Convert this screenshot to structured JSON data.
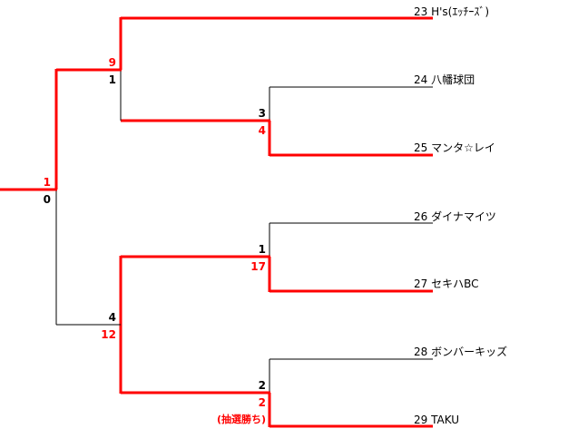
{
  "colors": {
    "winner": "#ff0000",
    "loser": "#000000"
  },
  "teams": [
    {
      "no": "23",
      "name": "H's(ｴｯﾁｰｽﾞ)"
    },
    {
      "no": "24",
      "name": "八幡球団"
    },
    {
      "no": "25",
      "name": "マンタ☆レイ"
    },
    {
      "no": "26",
      "name": "ダイナマイツ"
    },
    {
      "no": "27",
      "name": "セキハBC"
    },
    {
      "no": "28",
      "name": "ボンバーキッズ"
    },
    {
      "no": "29",
      "name": "TAKU"
    }
  ],
  "scores": {
    "m24_25": {
      "top": "3",
      "bottom": "4"
    },
    "m23": {
      "top": "9",
      "bottom": "1"
    },
    "final": {
      "top": "1",
      "bottom": "0"
    },
    "m26_27": {
      "top": "1",
      "bottom": "17"
    },
    "m28_29": {
      "top": "2",
      "bottom": "2",
      "note": "(抽選勝ち)"
    },
    "semi_bottom": {
      "top": "4",
      "bottom": "12"
    }
  }
}
